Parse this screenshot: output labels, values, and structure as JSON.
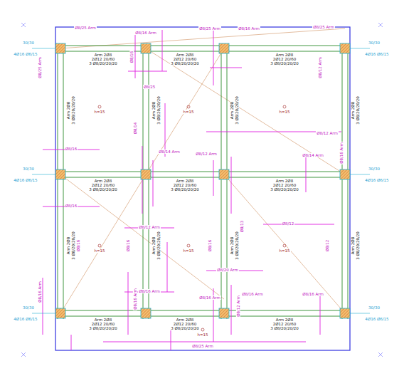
{
  "diagram": {
    "labels": [
      "Arm 2Ø8",
      "2Ø12 20/60",
      "3 Ø8/20/20/20",
      "Arm 2Ø8",
      "2Ø12 20/60",
      "3 Ø8/20/20/20",
      "Arm 2Ø8",
      "2Ø12 20/60",
      "3 Ø8/20/20/20",
      "Arm 2Ø8",
      "2Ø12 20/60",
      "3 Ø8/20/20/20",
      "Arm 2Ø8",
      "2Ø12 20/60",
      "3 Ø8/20/20/20",
      "Arm 2Ø8",
      "2Ø12 20/60",
      "3 Ø8/20/20/20",
      "Arm 2Ø8",
      "2Ø12 20/60",
      "3 Ø8/20/20/20",
      "Arm 2Ø8",
      "2Ø12 20/60",
      "3 Ø8/20/20/20",
      "Arm 2Ø8",
      "2Ø12 20/60",
      "3 Ø8/20/20/20",
      "Arm 2Ø8",
      "3 Ø8/20/20/20",
      "Arm 2Ø8",
      "3 Ø8/20/20/20",
      "Arm 2Ø8",
      "3 Ø8/20/20/20",
      "Arm 2Ø8",
      "3 Ø8/20/20/20",
      "Arm 2Ø8",
      "3 Ø8/20/20/20",
      "Arm 2Ø8",
      "3 Ø8/20/20/20",
      "Arm 2Ø8",
      "3 Ø8/20/20/20",
      "Arm 2Ø8",
      "3 Ø8/20/20/20",
      "h=15",
      "h=15",
      "h=15",
      "h=15",
      "h=15",
      "h=15",
      "h=15",
      "Ø8/25 Arm",
      "Ø8/16 Arm",
      "Ø8/25 Arm",
      "Ø8/16 Arm",
      "Ø8/25 Arm",
      "Ø8/25 Arm",
      "Ø8/16",
      "Ø8/12 Arm",
      "Ø8/25",
      "Ø8/16",
      "Ø8/16",
      "Ø8/14 Arm",
      "Ø8/14",
      "Ø8/12 Arm",
      "Ø8/14 Arm",
      "Ø8/16 Arm",
      "Ø8/16",
      "Ø8/16",
      "Ø8/12",
      "Ø8/12 Arm",
      "Ø8/12",
      "Ø8/13",
      "Ø8/16",
      "Ø8/20 Arm",
      "Ø8/16 Arm",
      "Ø8/16 Arm",
      "Ø8/12 Arm",
      "Ø8/16 Arm",
      "Ø8/16 Arm",
      "Ø8/25 Arm",
      "Ø8/16 Arm",
      "Ø8/16 Arm",
      "Ø8/12 Arm",
      "30/30",
      "4Ø16 Ø6/15",
      "30/30",
      "4Ø16 Ø6/15",
      "30/30",
      "4Ø16 Ø6/15",
      "30/30",
      "4Ø16 Ø6/15",
      "30/30",
      "4Ø16 Ø6/15",
      "30/30",
      "4Ø16 Ø6/15"
    ]
  }
}
